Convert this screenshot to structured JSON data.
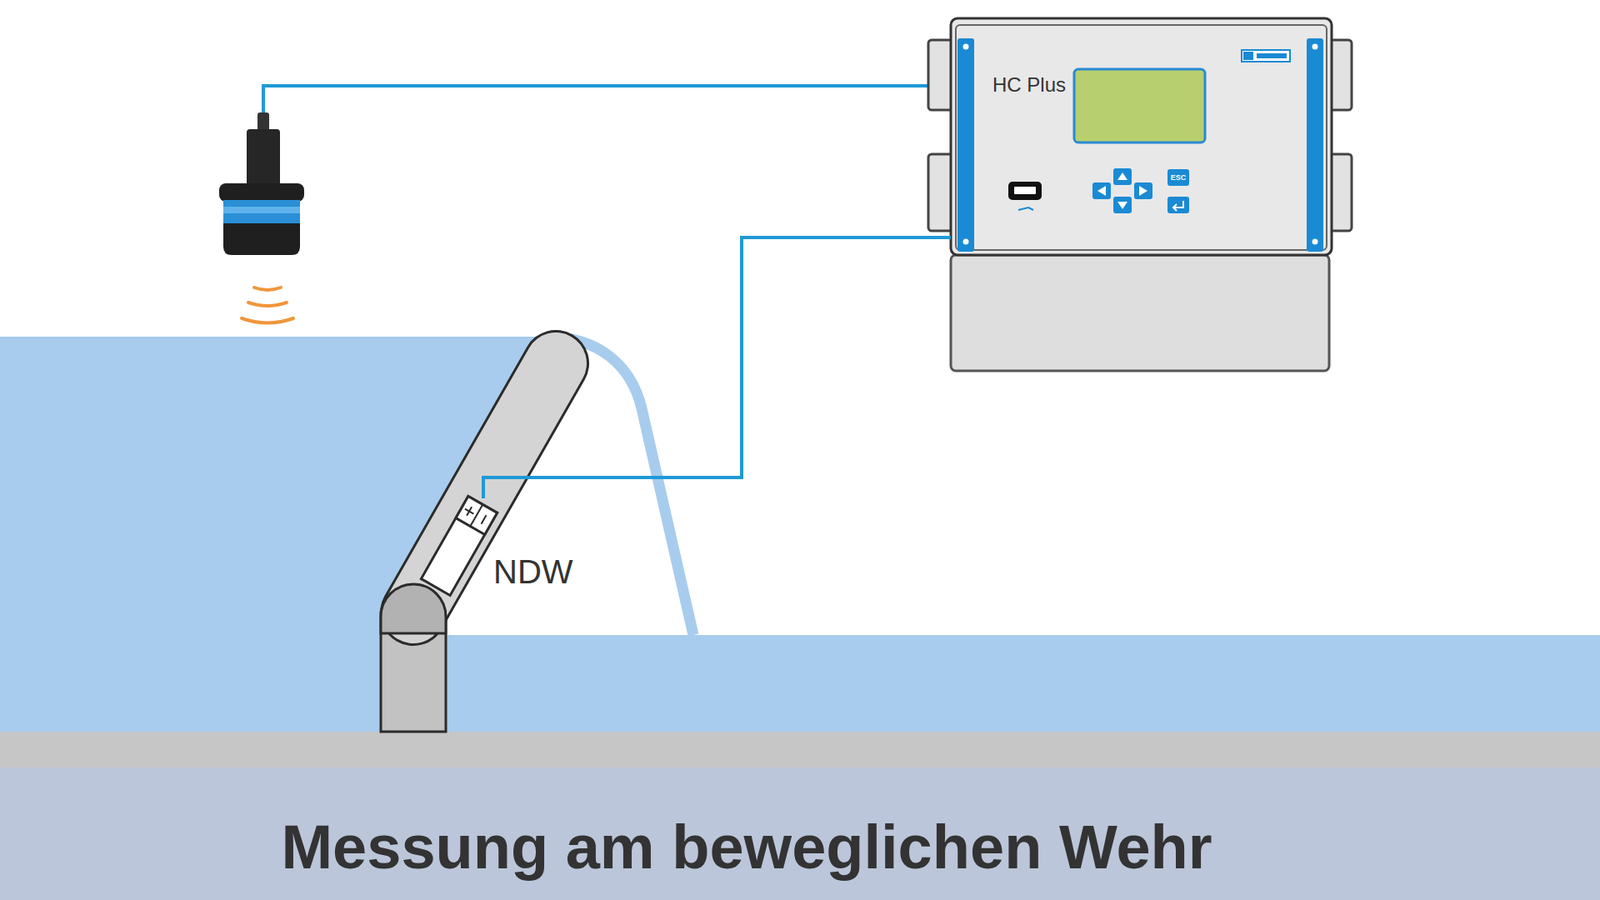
{
  "diagram": {
    "caption": "Messung am beweglichen Wehr",
    "nodes": [
      {
        "text": [
          "HC Plus"
        ]
      },
      {
        "text": [
          "NDW"
        ]
      }
    ],
    "edges": [
      {
        "from": 1,
        "to": 0,
        "arrow": "none"
      }
    ],
    "labels": [
      "ESC"
    ]
  }
}
